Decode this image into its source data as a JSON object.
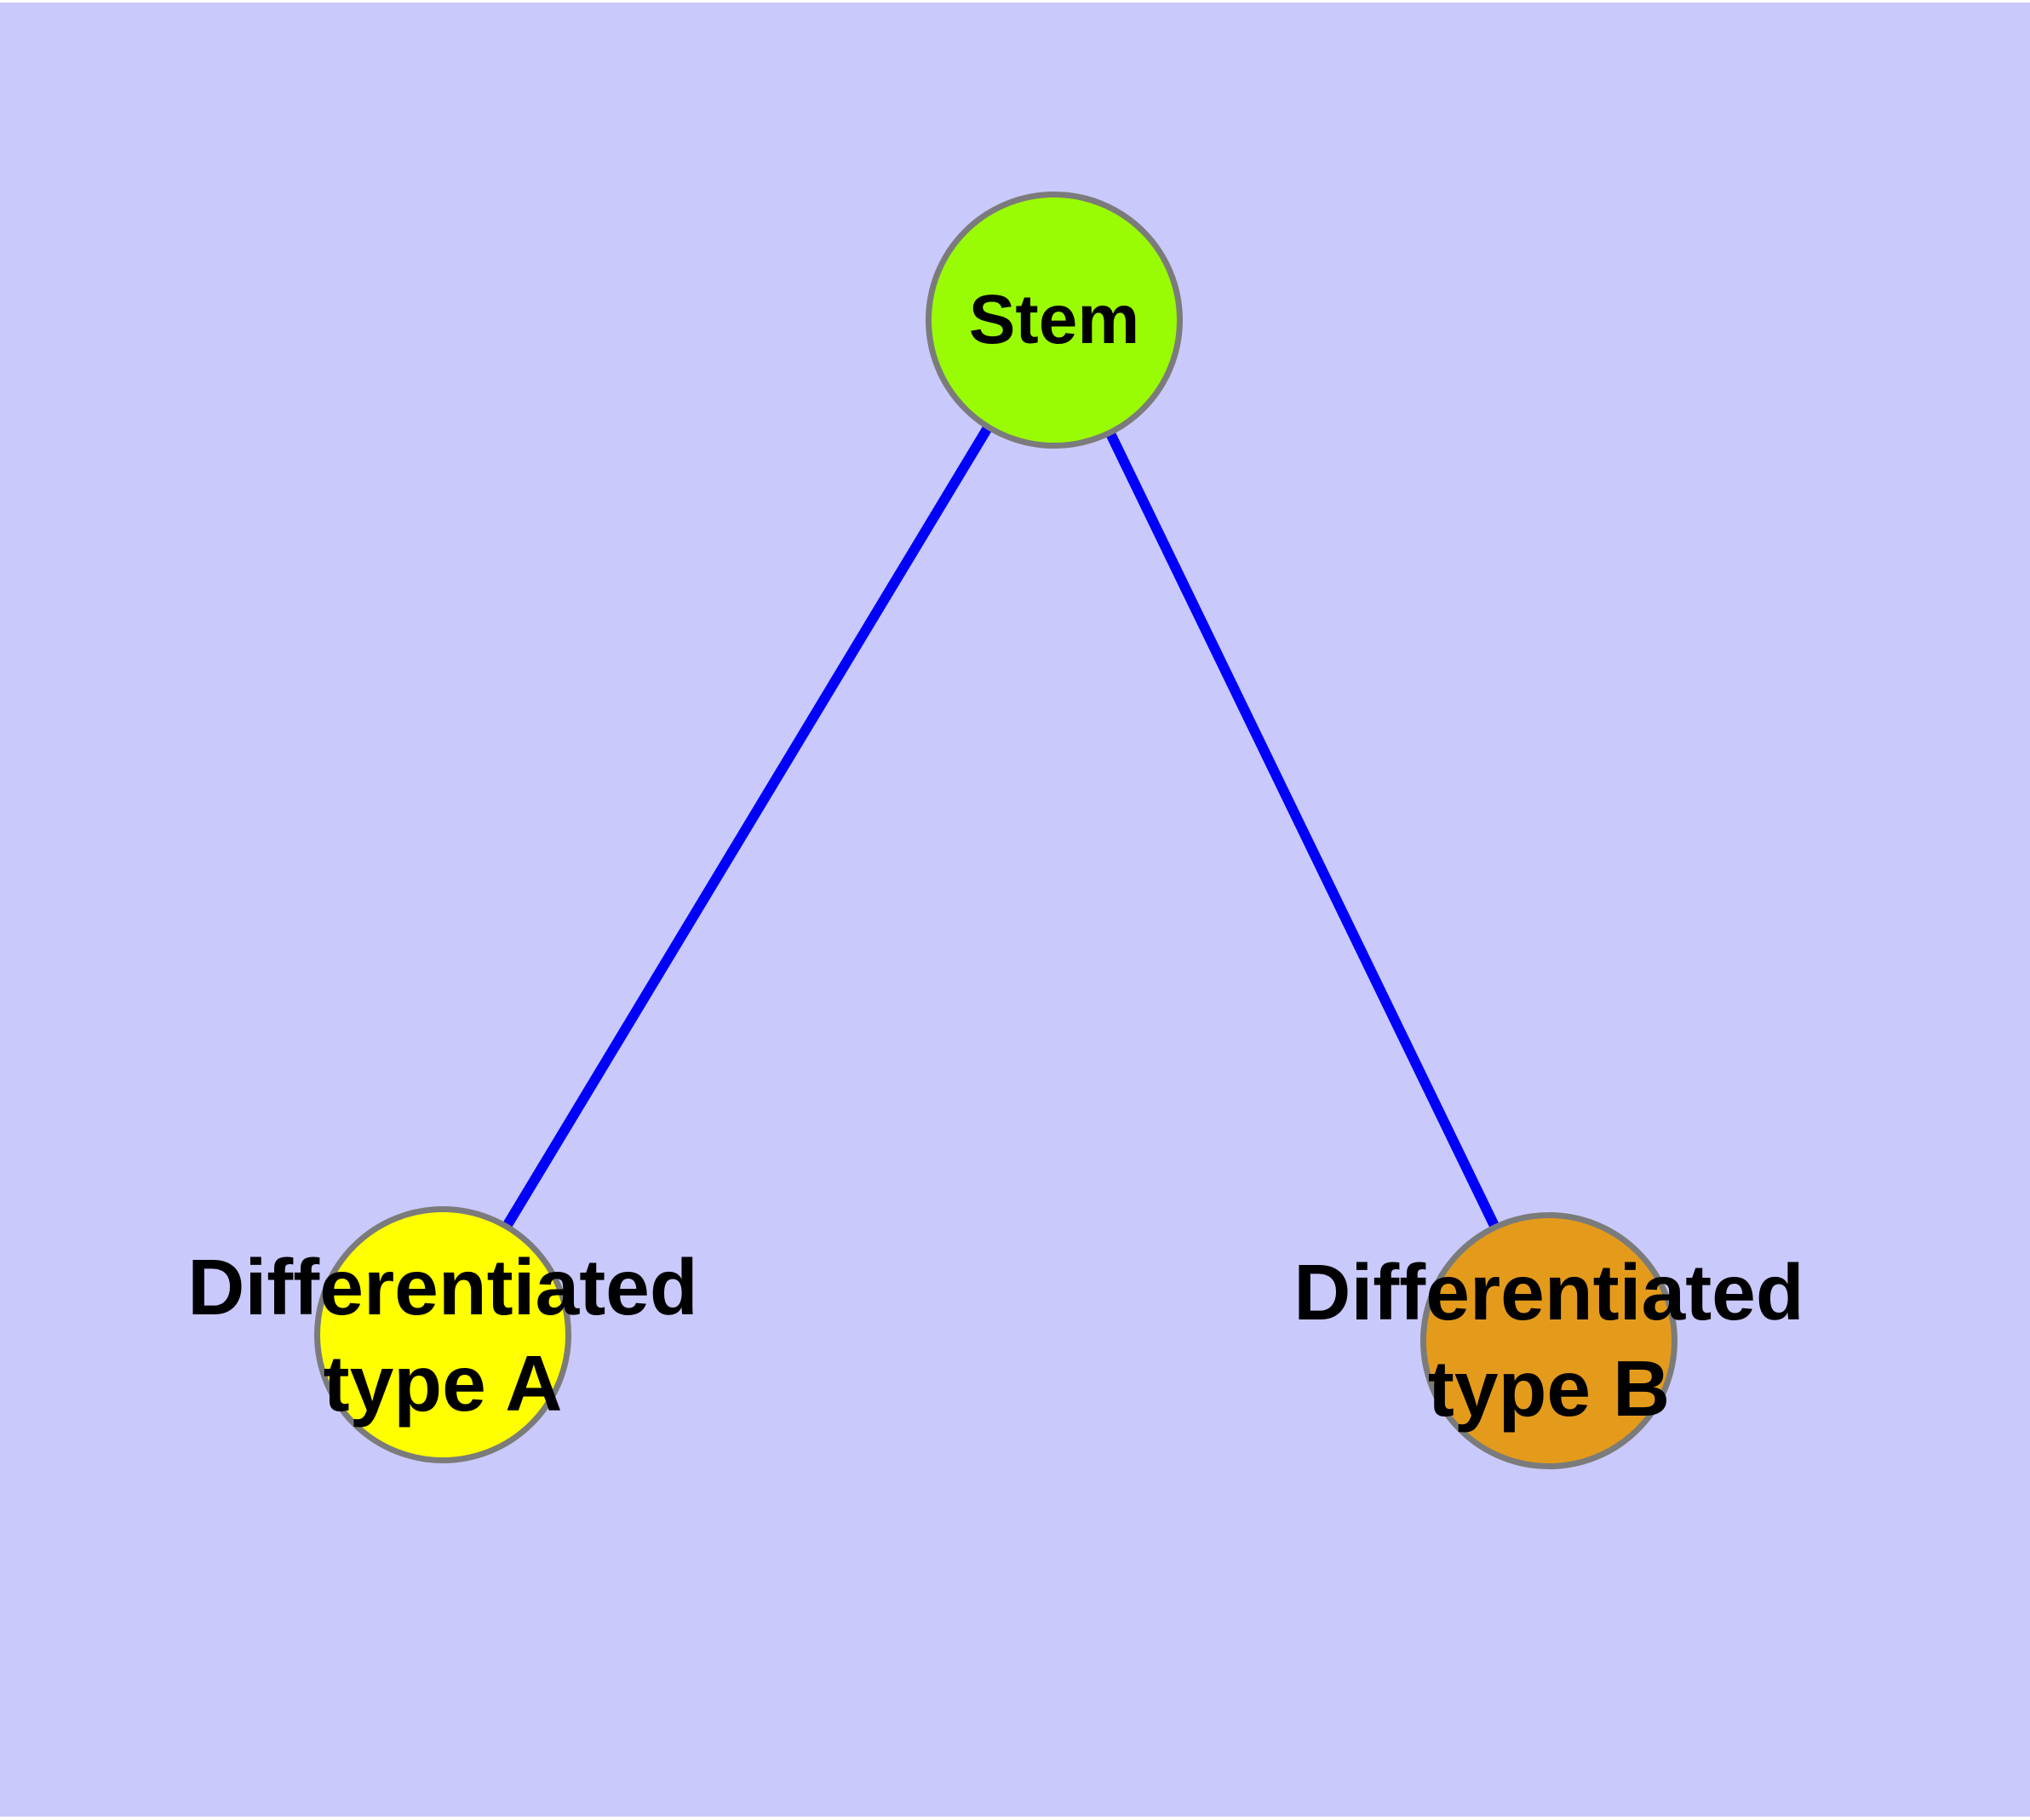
{
  "diagram": {
    "background_color": "#c9c9fb",
    "edge_color": "#0000fa",
    "node_border_color": "#7b7b7b",
    "label_color": "#000000",
    "nodes": [
      {
        "id": "stem",
        "label": "Stem",
        "fill": "#9afc04"
      },
      {
        "id": "type-a",
        "label_line1": "Differentiated",
        "label_line2": "type A",
        "fill": "#ffff00"
      },
      {
        "id": "type-b",
        "label_line1": "Differentiated",
        "label_line2": "type B",
        "fill": "#e49b1c"
      }
    ],
    "edges": [
      {
        "from": "stem",
        "to": "type-a"
      },
      {
        "from": "stem",
        "to": "type-b"
      }
    ]
  }
}
